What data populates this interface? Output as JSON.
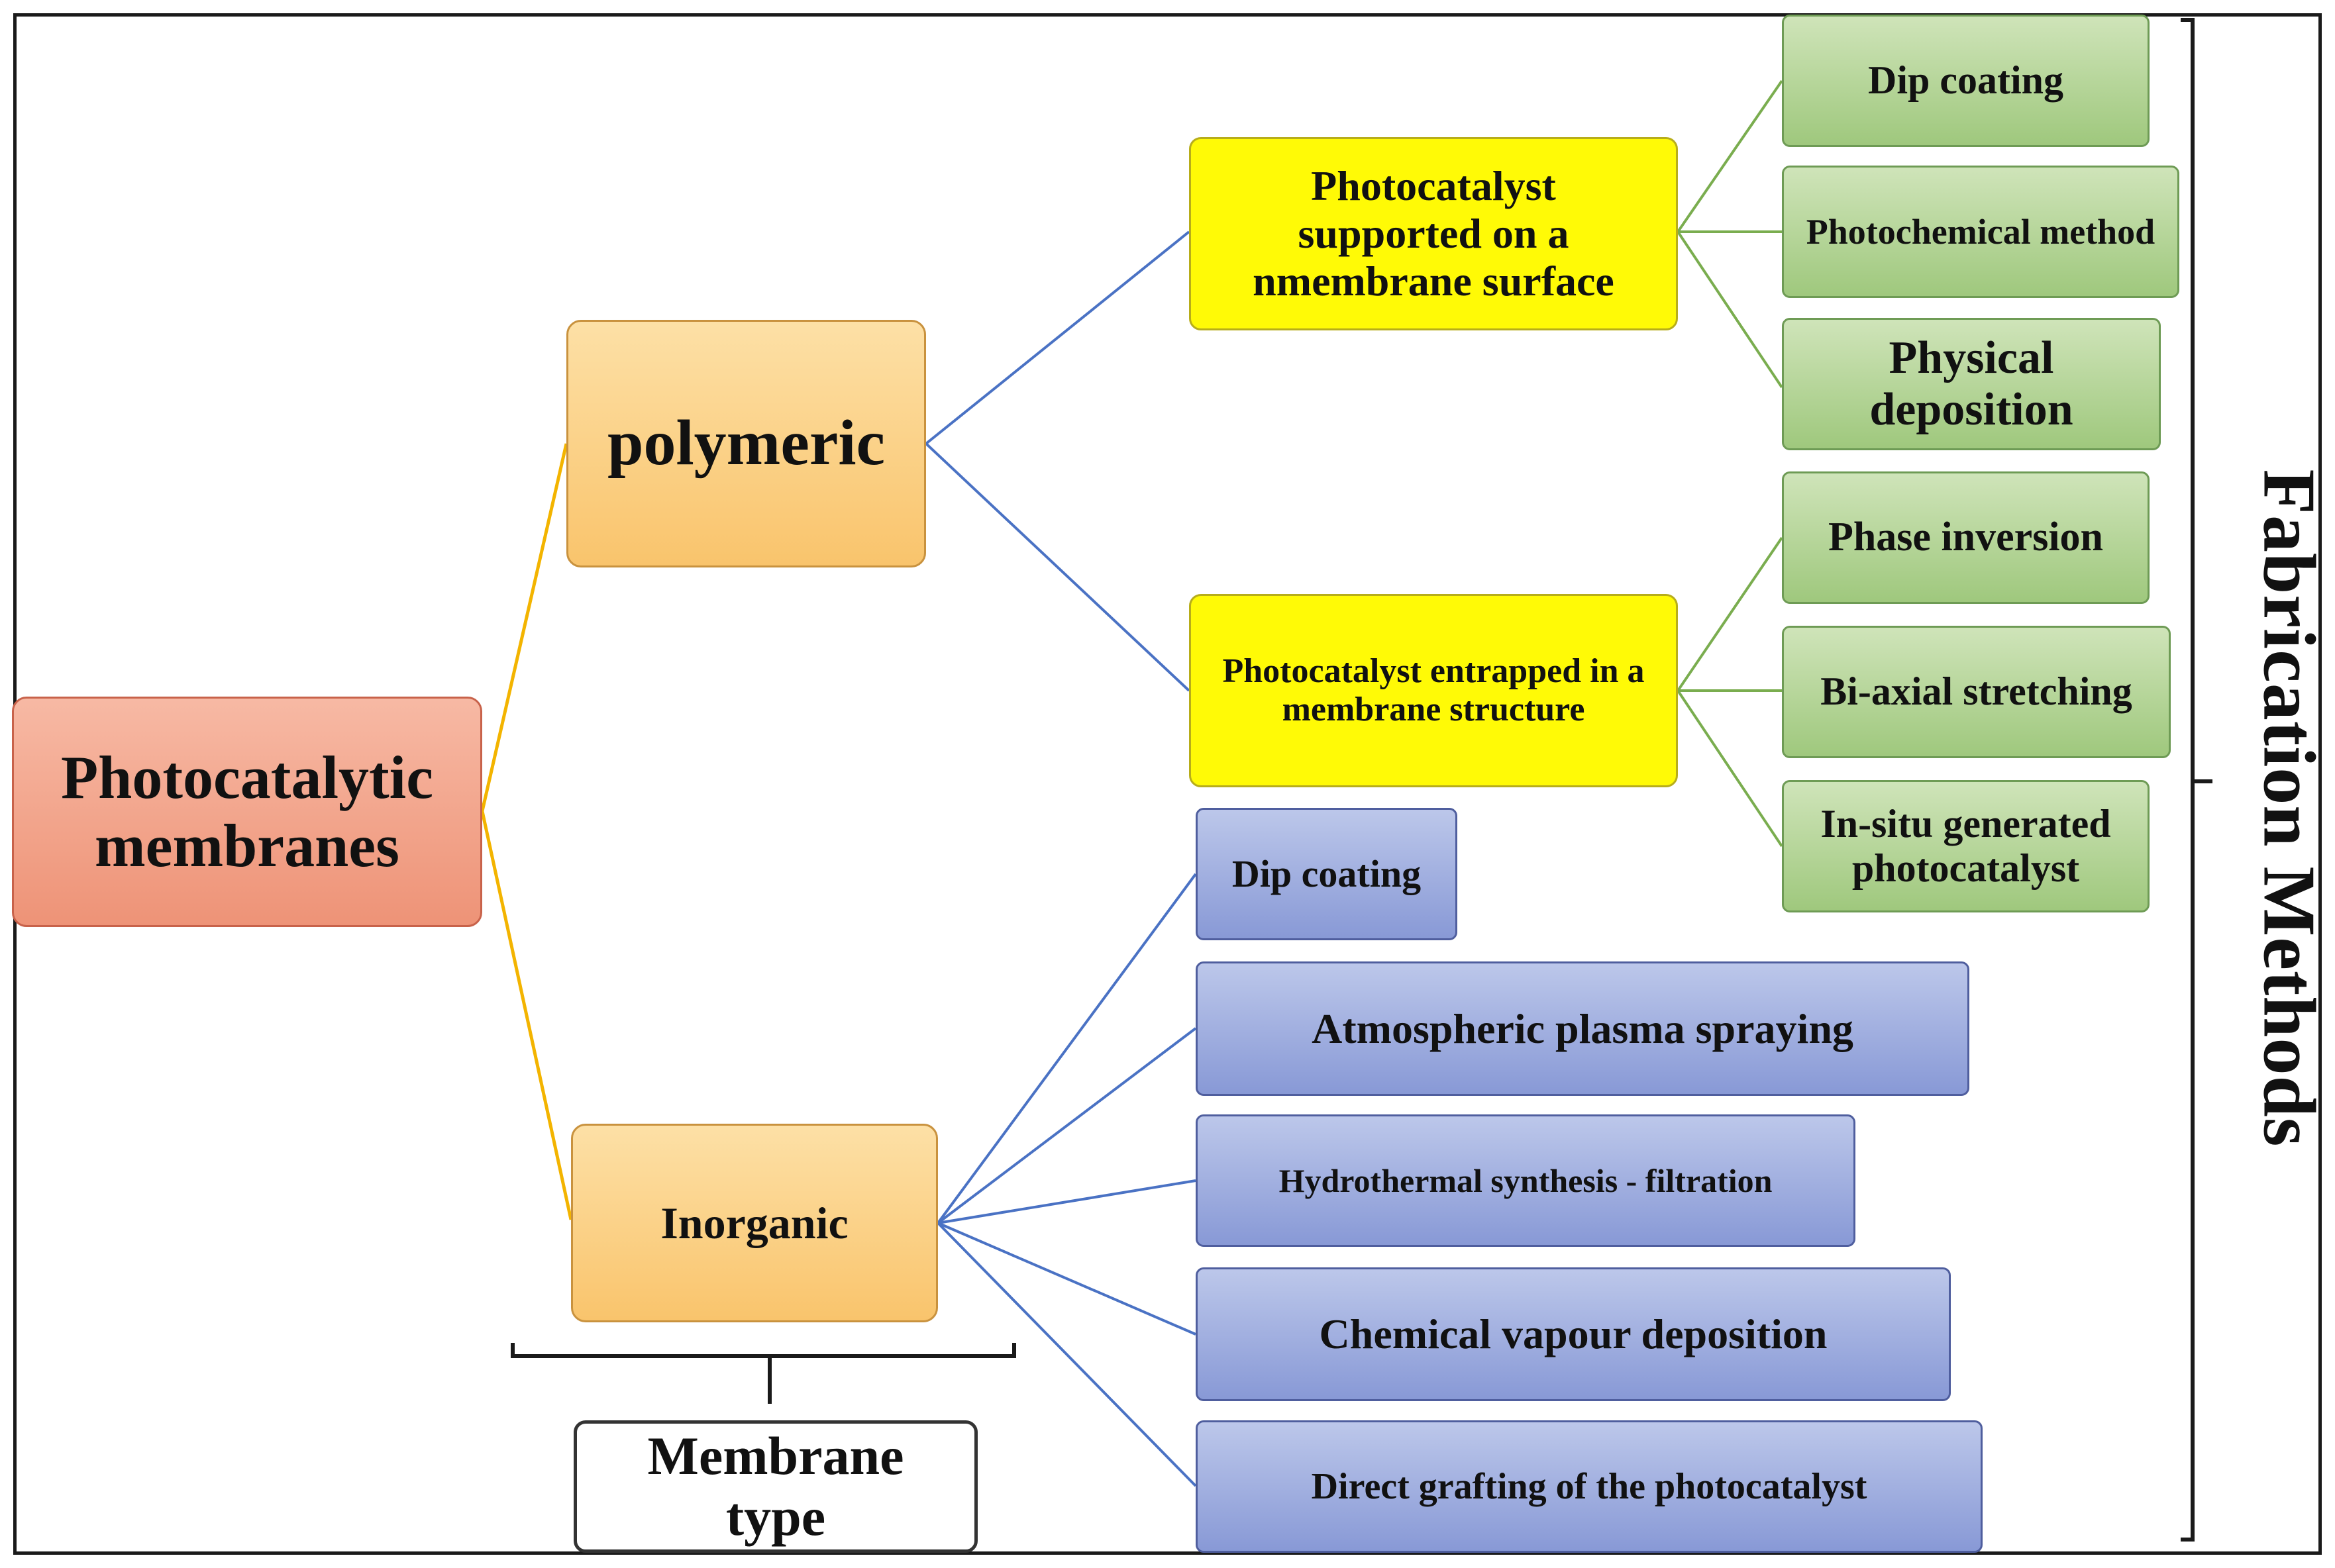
{
  "root": {
    "label": "Photocatalytic membranes"
  },
  "membrane_types": {
    "polymeric": "polymeric",
    "inorganic": "Inorganic"
  },
  "polymeric_branches": {
    "surface": "Photocatalyst supported on a nmembrane surface",
    "entrapped": "Photocatalyst entrapped in a membrane structure"
  },
  "surface_methods": [
    "Dip coating",
    "Photochemical method",
    "Physical deposition"
  ],
  "entrapped_methods": [
    "Phase inversion",
    "Bi-axial stretching",
    "In-situ generated photocatalyst"
  ],
  "inorganic_methods": [
    "Dip coating",
    "Atmospheric plasma spraying",
    "Hydrothermal synthesis - filtration",
    "Chemical vapour deposition",
    "Direct grafting of the photocatalyst"
  ],
  "labels": {
    "membrane_type": "Membrane type",
    "fabrication_methods": "Fabrication Methods"
  },
  "colors": {
    "root": "#ee9377",
    "membrane_type_nodes": "#f9c46c",
    "polymeric_branches": "#fffa06",
    "polymeric_methods": "#9fc87d",
    "inorganic_methods": "#8899d6",
    "root_connectors": "#f3b400",
    "blue_connectors": "#4a72c4",
    "green_connectors": "#7aad4f"
  }
}
